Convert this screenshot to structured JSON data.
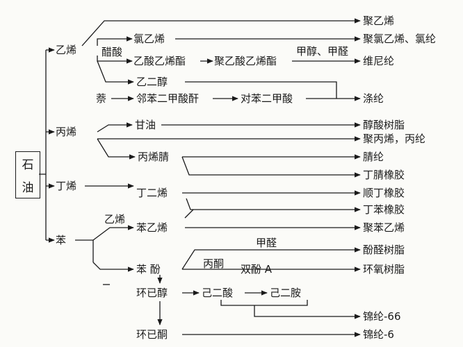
{
  "source": {
    "line1": "石",
    "line2": "油"
  },
  "nodes": {
    "ethylene": "乙烯",
    "propylene": "丙烯",
    "butylene": "丁烯",
    "benzene": "苯",
    "naphthalene": "萘",
    "vinyl_chloride": "氯乙烯",
    "acetic_acid": "醋酸",
    "vinyl_acetate": "乙酸乙烯酯",
    "polyvinyl_acetate": "聚乙酸乙烯酯",
    "methanol_formaldehyde": "甲醇、甲醛",
    "ethylene_glycol": "乙二醇",
    "phthalic_anhydride": "邻苯二甲酸酐",
    "terephthalic_acid": "对苯二甲酸",
    "glycerol": "甘油",
    "acrylonitrile": "丙烯腈",
    "butadiene": "丁二烯",
    "styrene": "苯乙烯",
    "ethylene_on_arrow": "乙烯",
    "phenol": "苯  酚",
    "formaldehyde": "甲醛",
    "acetone": "丙酮",
    "bisphenol_a": "双酚 A",
    "cyclohexanol": "环已醇",
    "adipic_acid": "己二酸",
    "hexanediamine": "己二胺",
    "cyclohexanone": "环已酮"
  },
  "products": {
    "polyethylene": "聚乙烯",
    "pvc_fiber": "聚氯乙烯、氯纶",
    "vinylon": "维尼纶",
    "polyester": "涤纶",
    "alkyd_resin": "醇酸树脂",
    "polypropylene": "聚丙烯，丙纶",
    "acrylic": "腈纶",
    "nbr": "丁腈橡胶",
    "br": "顺丁橡胶",
    "sbr": "丁苯橡胶",
    "polystyrene": "聚苯乙烯",
    "phenolic_resin": "酚醛树脂",
    "epoxy_resin": "环氧树脂",
    "nylon66": "锦纶-66",
    "nylon6": "锦纶-6"
  }
}
